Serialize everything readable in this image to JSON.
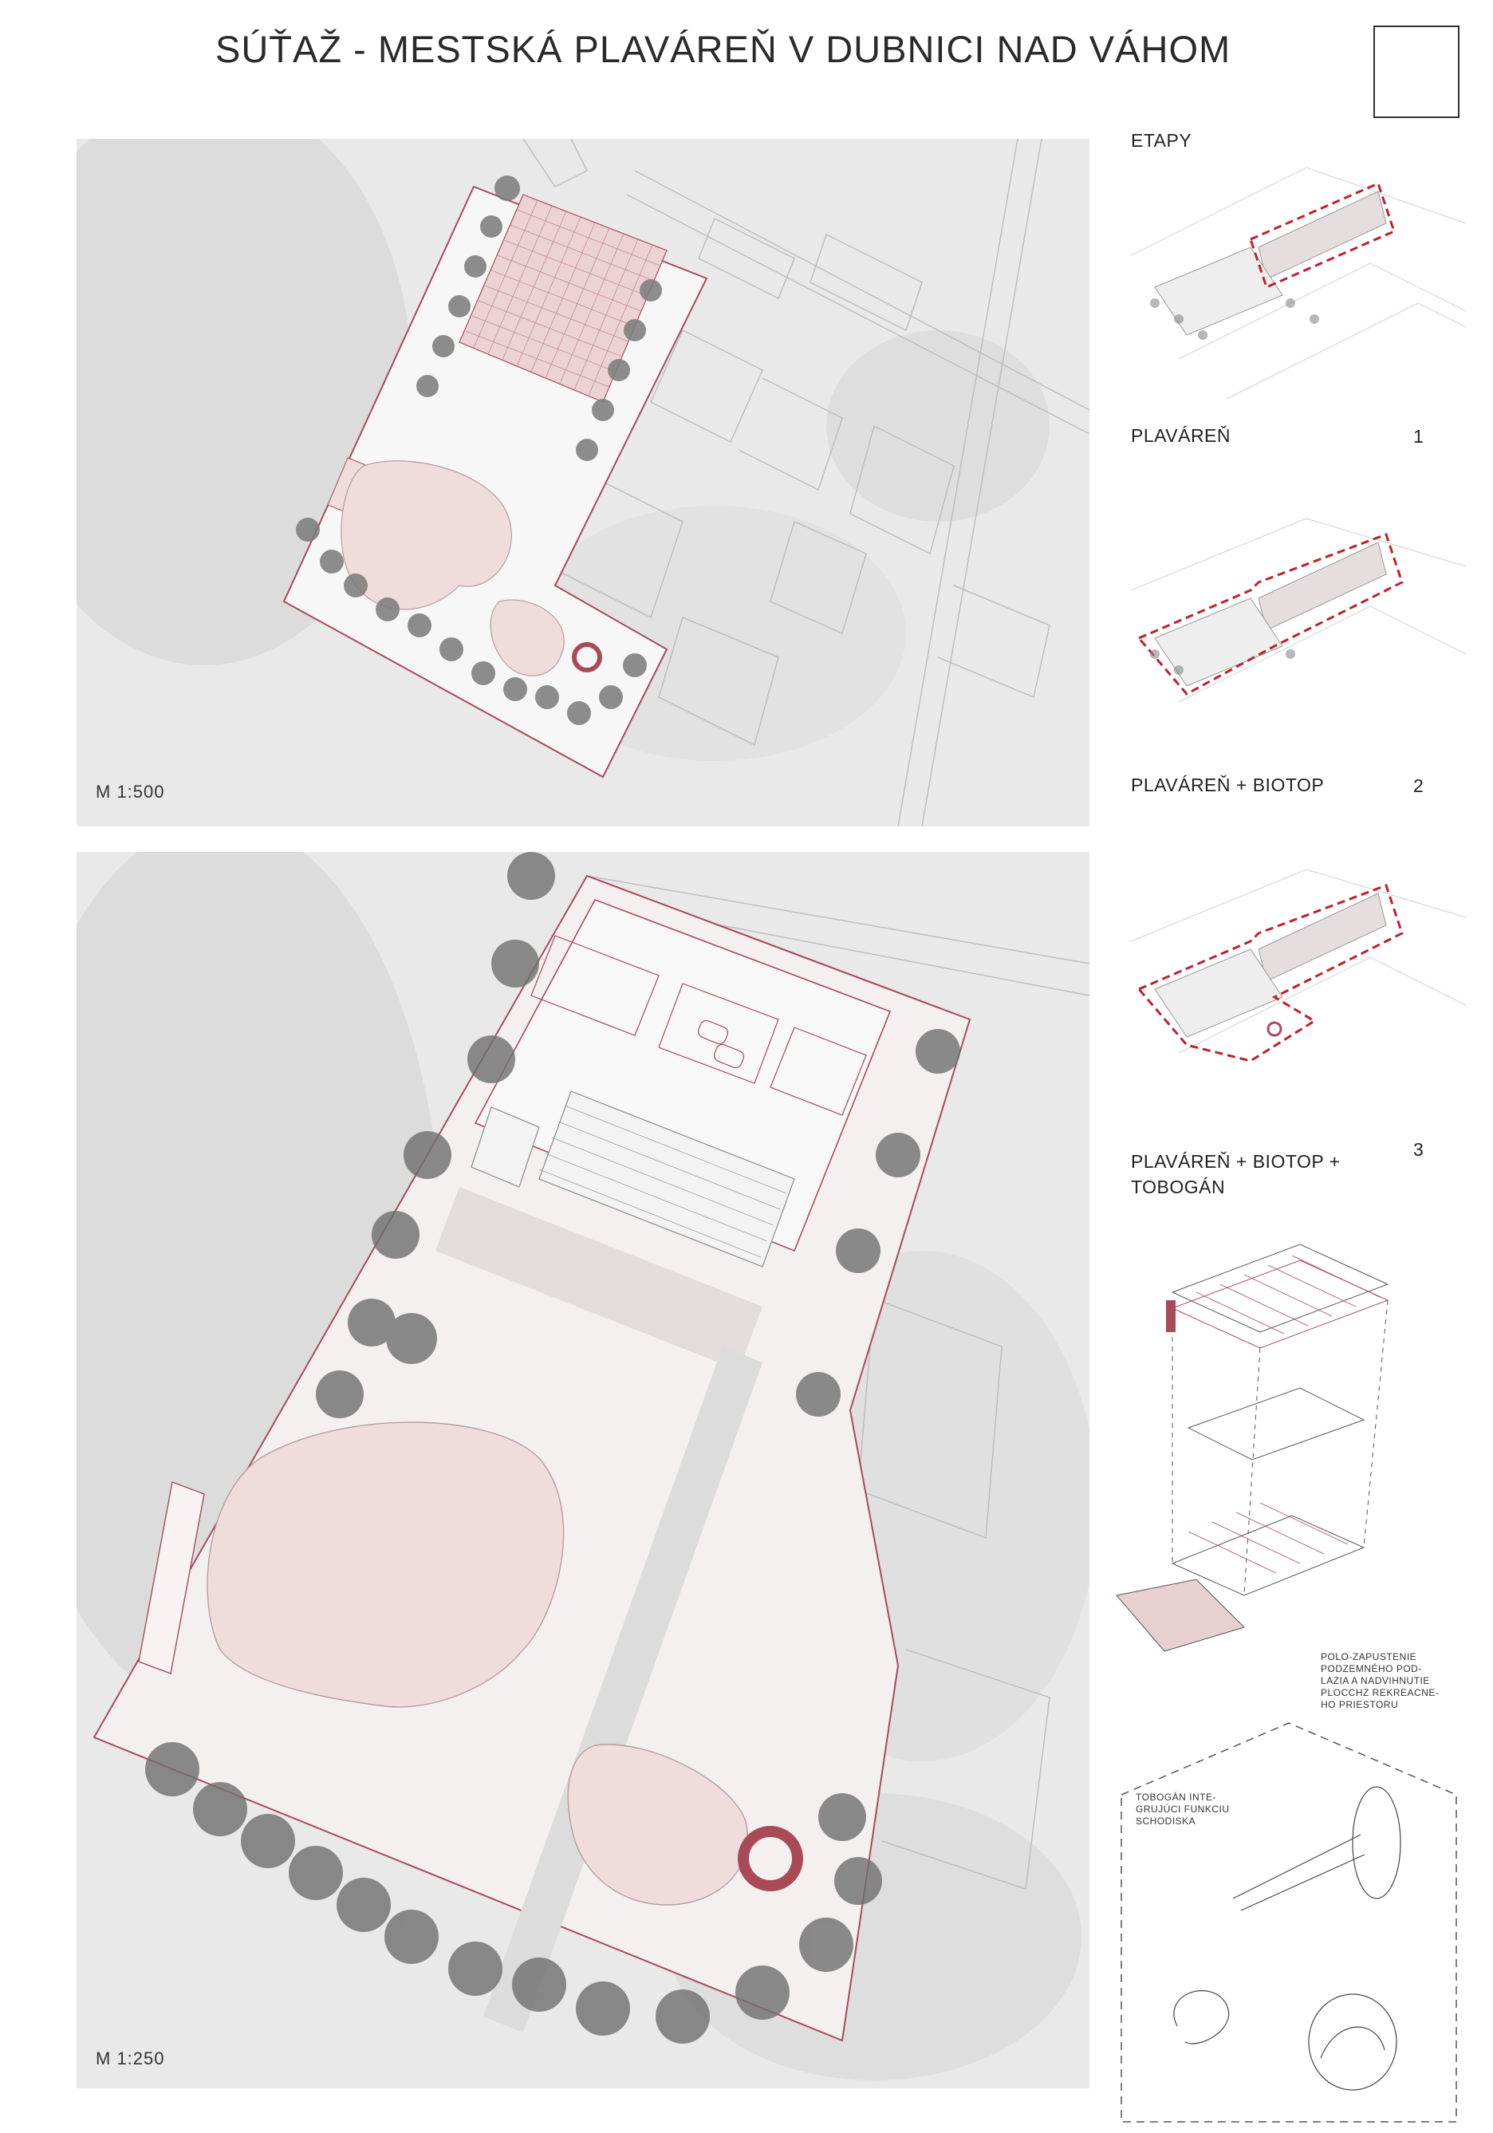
{
  "header": {
    "title": "SÚŤAŽ - MESTSKÁ PLAVÁREŇ V DUBNICI NAD VÁHOM"
  },
  "plans": {
    "top_scale": "M 1:500",
    "bottom_scale": "M 1:250"
  },
  "stages": {
    "heading": "ETAPY",
    "items": [
      {
        "label": "PLAVÁREŇ",
        "number": "1"
      },
      {
        "label": "PLAVÁREŇ + BIOTOP",
        "number": "2"
      },
      {
        "label_line1": "PLAVÁREŇ + BIOTOP +",
        "label_line2": "TOBOGÁN",
        "number": "3"
      }
    ]
  },
  "notes": {
    "basement_line1": "POLO-ZAPUSTENIE",
    "basement_line2": "PODZEMNÉHO POD-",
    "basement_line3": "LAZIA A NADVIHNUTIE",
    "basement_line4": "PLOCCHZ REKREACNE-",
    "basement_line5": "HO PRIESTORU",
    "slide_line1": "TOBOGÁN INTE-",
    "slide_line2": "GRUJÚCI FUNKCIU",
    "slide_line3": "SCHODISKA"
  },
  "colors": {
    "accent": "#a84b57",
    "pool_fill": "#f1dcdc",
    "paving": "#e7d4d4",
    "background_map": "#ececec"
  }
}
